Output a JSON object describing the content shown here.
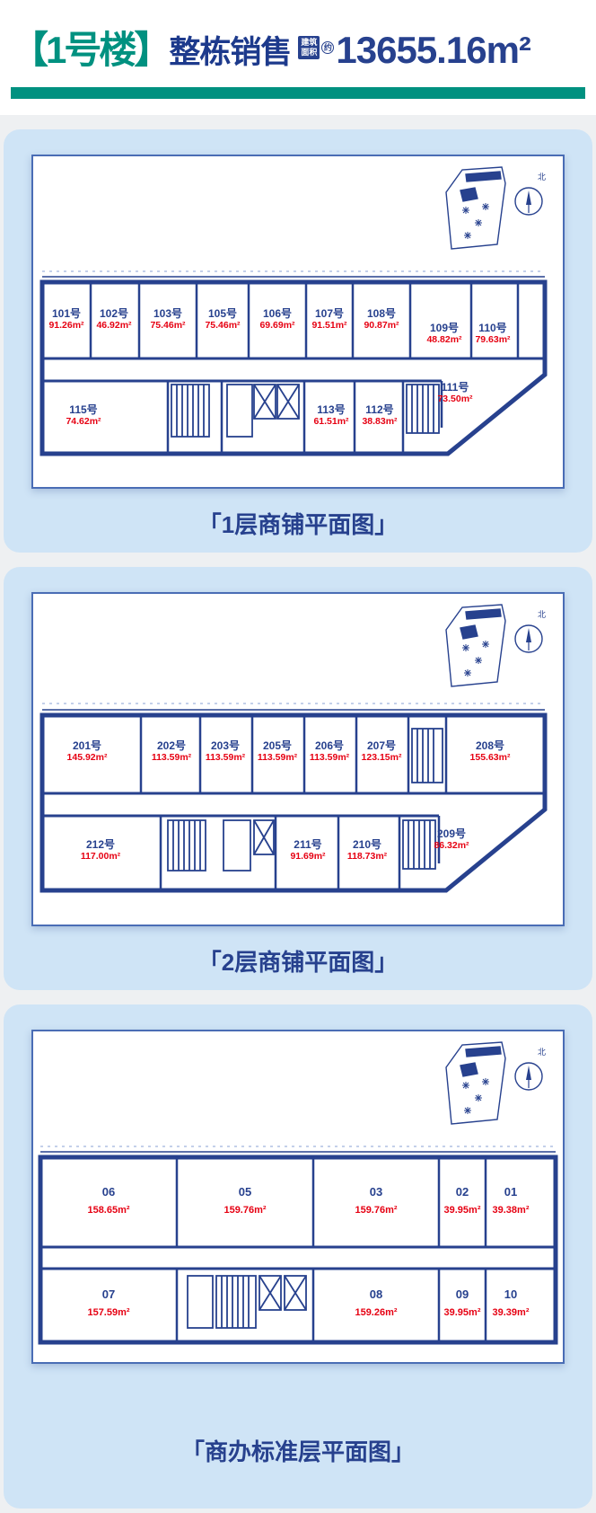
{
  "header": {
    "title": "【1号楼】",
    "subtitle": "整栋销售",
    "badge_line1": "建筑",
    "badge_line2": "面积",
    "approx": "约",
    "area": "13655.16m²"
  },
  "north": "北",
  "panels": [
    {
      "caption": "「1层商铺平面图」",
      "units": [
        {
          "no": "101号",
          "area": "91.26m²"
        },
        {
          "no": "102号",
          "area": "46.92m²"
        },
        {
          "no": "103号",
          "area": "75.46m²"
        },
        {
          "no": "105号",
          "area": "75.46m²"
        },
        {
          "no": "106号",
          "area": "69.69m²"
        },
        {
          "no": "107号",
          "area": "91.51m²"
        },
        {
          "no": "108号",
          "area": "90.87m²"
        },
        {
          "no": "109号",
          "area": "48.82m²"
        },
        {
          "no": "110号",
          "area": "79.63m²"
        },
        {
          "no": "111号",
          "area": "73.50m²"
        },
        {
          "no": "115号",
          "area": "74.62m²"
        },
        {
          "no": "113号",
          "area": "61.51m²"
        },
        {
          "no": "112号",
          "area": "38.83m²"
        }
      ]
    },
    {
      "caption": "「2层商铺平面图」",
      "units": [
        {
          "no": "201号",
          "area": "145.92m²"
        },
        {
          "no": "202号",
          "area": "113.59m²"
        },
        {
          "no": "203号",
          "area": "113.59m²"
        },
        {
          "no": "205号",
          "area": "113.59m²"
        },
        {
          "no": "206号",
          "area": "113.59m²"
        },
        {
          "no": "207号",
          "area": "123.15m²"
        },
        {
          "no": "208号",
          "area": "155.63m²"
        },
        {
          "no": "212号",
          "area": "117.00m²"
        },
        {
          "no": "211号",
          "area": "91.69m²"
        },
        {
          "no": "210号",
          "area": "118.73m²"
        },
        {
          "no": "209号",
          "area": "86.32m²"
        }
      ]
    },
    {
      "caption": "「商办标准层平面图」",
      "units": [
        {
          "no": "06",
          "area": "158.65m²"
        },
        {
          "no": "05",
          "area": "159.76m²"
        },
        {
          "no": "03",
          "area": "159.76m²"
        },
        {
          "no": "02",
          "area": "39.95m²"
        },
        {
          "no": "01",
          "area": "39.38m²"
        },
        {
          "no": "07",
          "area": "157.59m²"
        },
        {
          "no": "08",
          "area": "159.26m²"
        },
        {
          "no": "09",
          "area": "39.95m²"
        },
        {
          "no": "10",
          "area": "39.39m²"
        }
      ]
    }
  ]
}
